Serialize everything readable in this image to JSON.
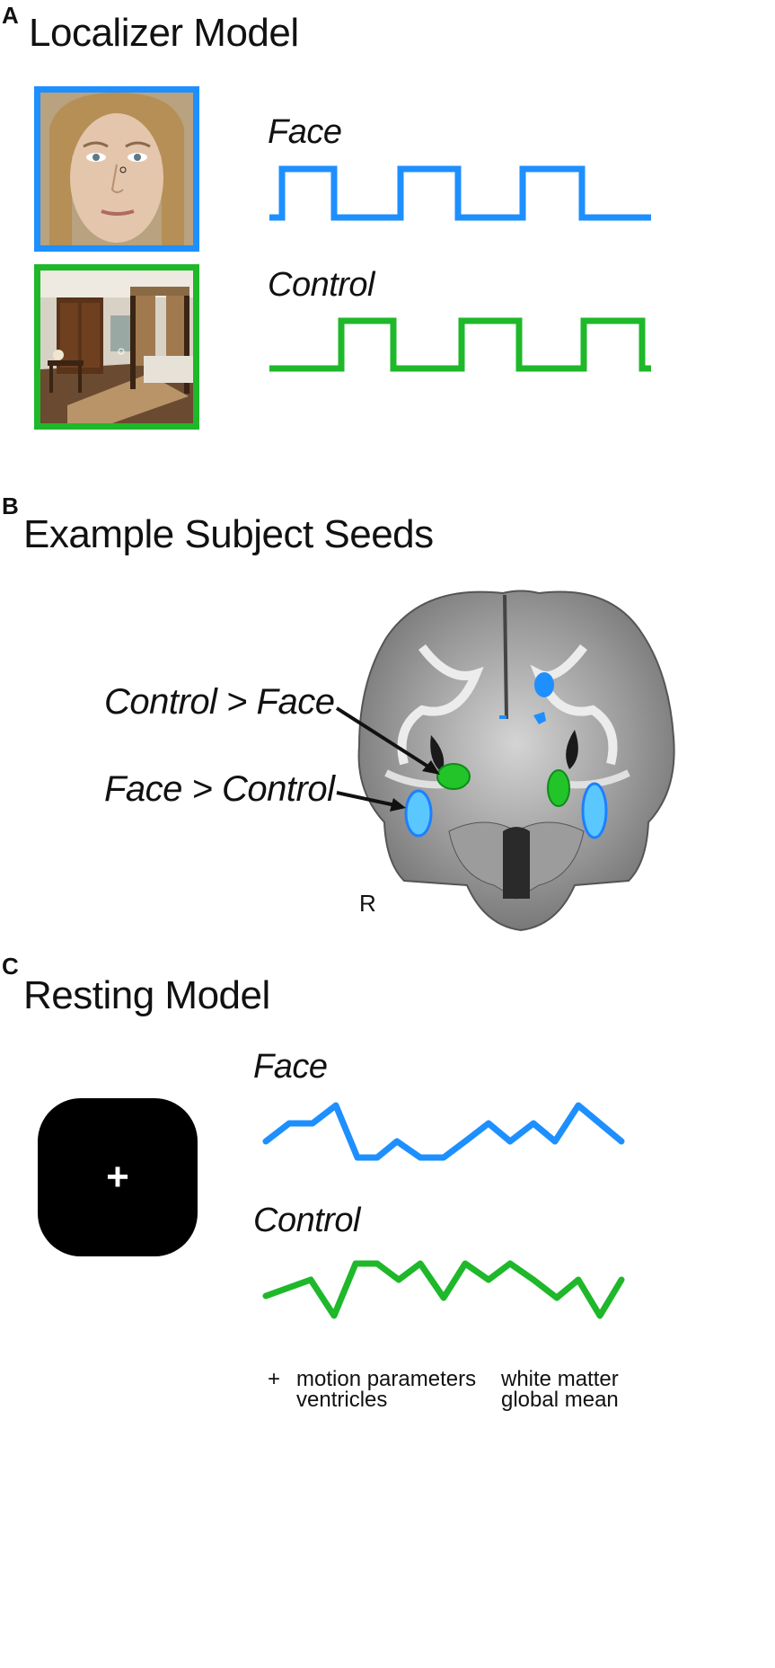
{
  "panel_a": {
    "letter": "A",
    "title": "Localizer Model",
    "face_label": "Face",
    "control_label": "Control",
    "colors": {
      "face": "#1e8fff",
      "control": "#1eb82a"
    },
    "stimulus_icons": [
      "face-photo",
      "bedroom-photo"
    ]
  },
  "panel_b": {
    "letter": "B",
    "title": "Example Subject Seeds",
    "label_control_gt_face": "Control > Face",
    "label_face_gt_control": "Face > Control",
    "orientation_label": "R",
    "colors": {
      "face_seed": "#5ac8ff",
      "face_seed_dark": "#1e7fff",
      "control_seed": "#22c42a"
    }
  },
  "panel_c": {
    "letter": "C",
    "title": "Resting Model",
    "fixation_symbol": "+",
    "face_label": "Face",
    "control_label": "Control",
    "footnote": {
      "plus": "+",
      "col1_line1": "motion parameters",
      "col1_line2": "ventricles",
      "col2_line1": "white matter",
      "col2_line2": "global mean"
    }
  }
}
